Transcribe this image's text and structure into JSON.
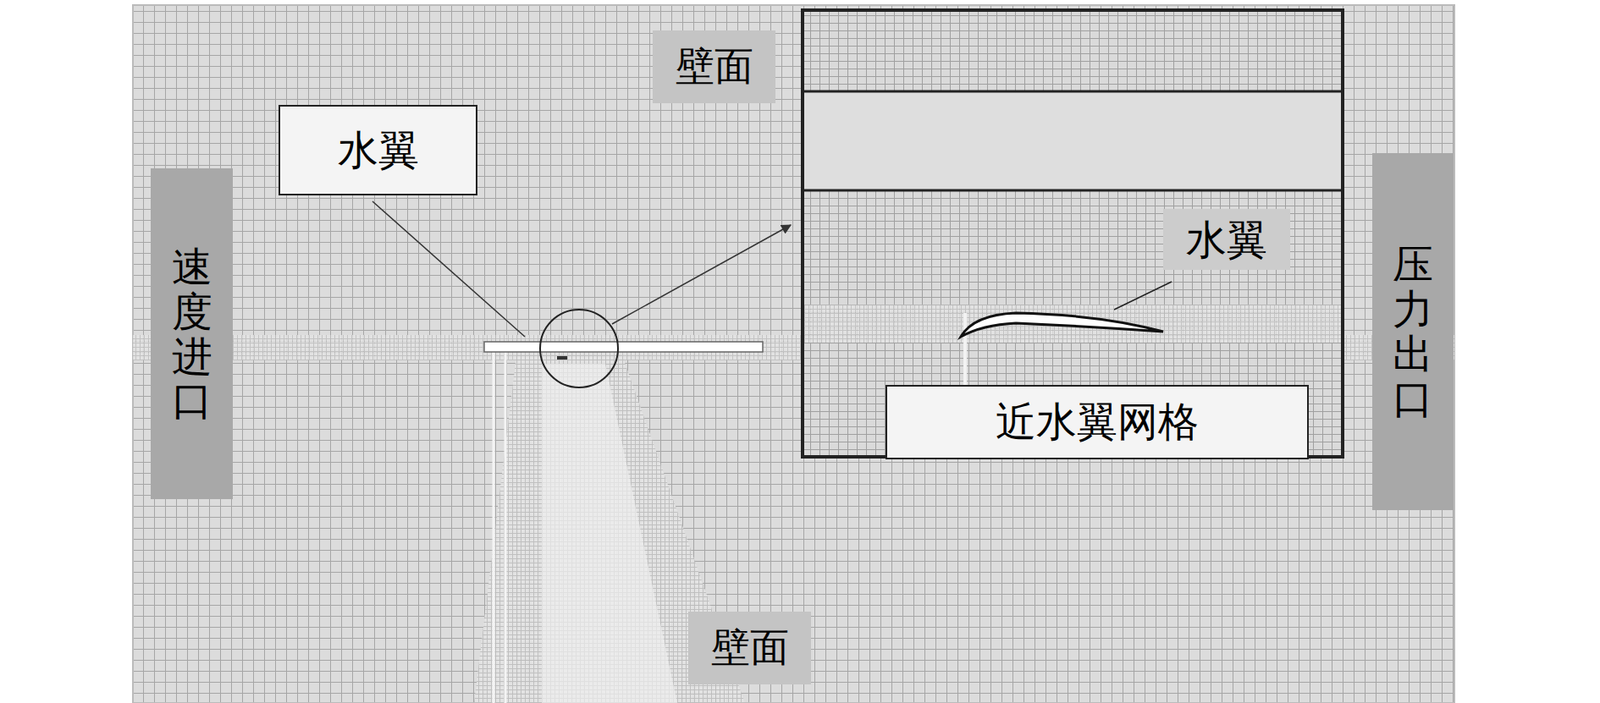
{
  "diagram": {
    "nodes": [
      {
        "text": [
          "壁面"
        ]
      },
      {
        "text": [
          "水翼"
        ]
      },
      {
        "text": [
          "速度进口"
        ]
      },
      {
        "text": [
          "水翼"
        ]
      },
      {
        "text": [
          "近水翼网格"
        ],
        "in": 3
      },
      {
        "text": [
          "压力出口"
        ]
      },
      {
        "text": [
          "壁面"
        ]
      }
    ]
  }
}
